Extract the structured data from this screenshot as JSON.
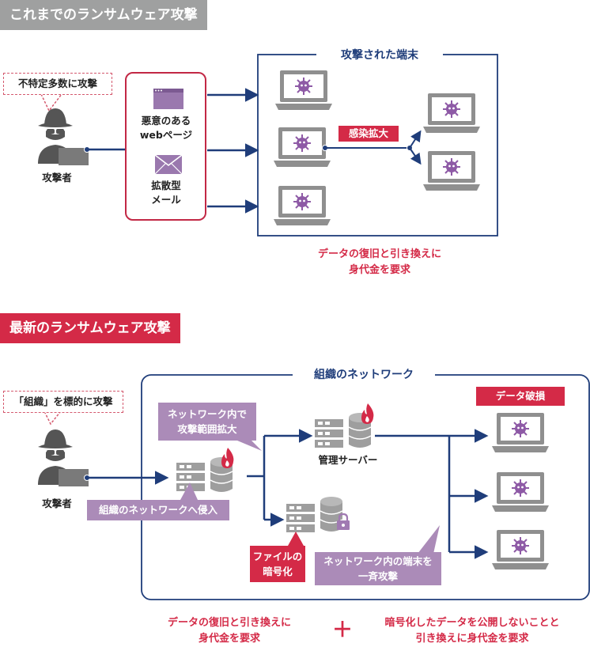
{
  "section1": {
    "header": "これまでのランサムウェア攻撃",
    "callout": "不特定多数に攻撃",
    "attacker_label": "攻撃者",
    "vector_web": [
      "悪意のある",
      "webページ"
    ],
    "vector_mail": [
      "拡散型",
      "メール"
    ],
    "frame_title": "攻撃された端末",
    "infection_tag": "感染拡大",
    "demand": [
      "データの復旧と引き換えに",
      "身代金を要求"
    ]
  },
  "section2": {
    "header": "最新のランサムウェア攻撃",
    "callout": "「組織」を標的に攻撃",
    "attacker_label": "攻撃者",
    "frame_title": "組織のネットワーク",
    "spread_note": [
      "ネットワーク内で",
      "攻撃範囲拡大"
    ],
    "intrusion_note": "組織のネットワークへ侵入",
    "mgmt_server_label": "管理サーバー",
    "encrypt_tag": [
      "ファイルの",
      "暗号化"
    ],
    "attack_all_note": [
      "ネットワーク内の端末を",
      "一斉攻撃"
    ],
    "destroy_tag": "データ破損",
    "demand_left": [
      "データの復旧と引き換えに",
      "身代金を要求"
    ],
    "plus": "＋",
    "demand_right": [
      "暗号化したデータを公開しないことと",
      "引き換えに身代金を要求"
    ]
  },
  "colors": {
    "navy": "#1f3d7a",
    "red": "#d42a47",
    "gray": "#9fa0a0",
    "purple": "#ab8bb8",
    "virus": "#8e5aa6",
    "laptop": "#8f8f8f"
  }
}
